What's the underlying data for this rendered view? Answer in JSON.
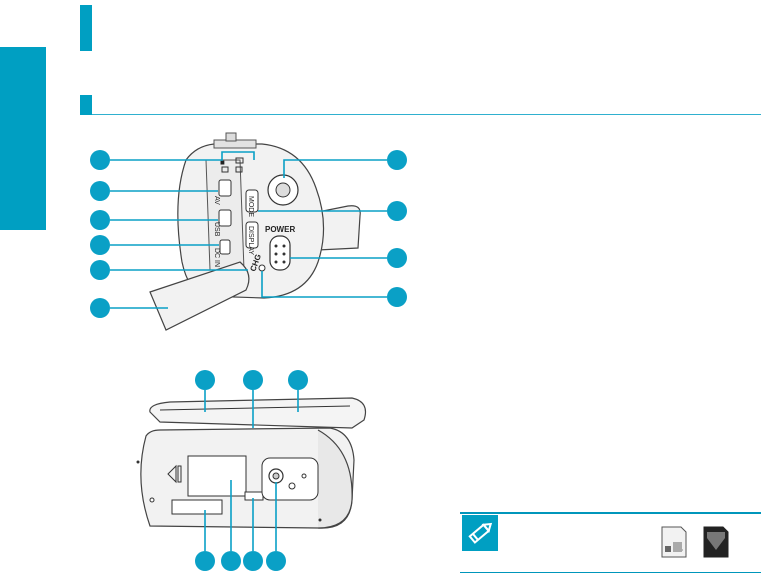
{
  "colors": {
    "accent": "#009fc2",
    "callout": "#0aa0c6"
  },
  "side_view": {
    "labels": {
      "av": "AV",
      "usb": "USB",
      "dc_in": "DC IN",
      "mode": "MODE",
      "display": "DISPLAY",
      "power": "POWER",
      "chg": "CHG"
    }
  },
  "note": {
    "icon": "pencil-note-icon"
  }
}
